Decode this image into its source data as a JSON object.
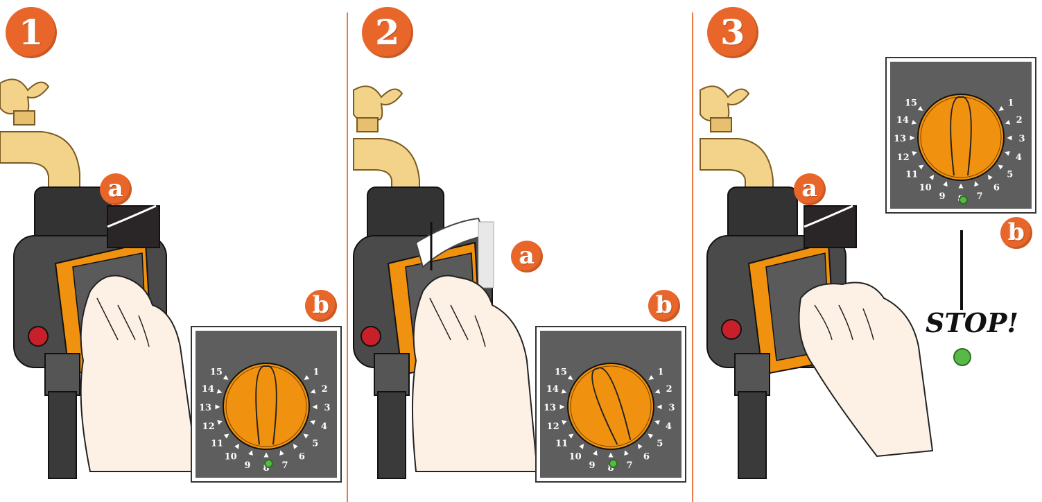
{
  "steps": [
    {
      "number": "1",
      "label_a": "a",
      "label_b": "b"
    },
    {
      "number": "2",
      "label_a": "a",
      "label_b": "b"
    },
    {
      "number": "3",
      "label_a": "a",
      "label_b": "b"
    }
  ],
  "dial_numbers": [
    "1",
    "2",
    "3",
    "4",
    "5",
    "6",
    "7",
    "8",
    "9",
    "10",
    "11",
    "12",
    "13",
    "14",
    "15"
  ],
  "stop_text": "STOP!",
  "colors": {
    "accent_orange": "#e8662a",
    "knob_orange": "#f0920f",
    "panel_gray": "#5e5e5e",
    "divider": "#e87a45",
    "led_green": "#58b947",
    "faucet_brass": "#f2d389",
    "timer_body": "#4a4a4a",
    "skin": "#fdf1e6"
  },
  "icons": [
    "faucet-icon",
    "water-timer-icon",
    "hand-icon",
    "timer-dial-icon",
    "green-led-icon",
    "battery-cover-icon"
  ]
}
